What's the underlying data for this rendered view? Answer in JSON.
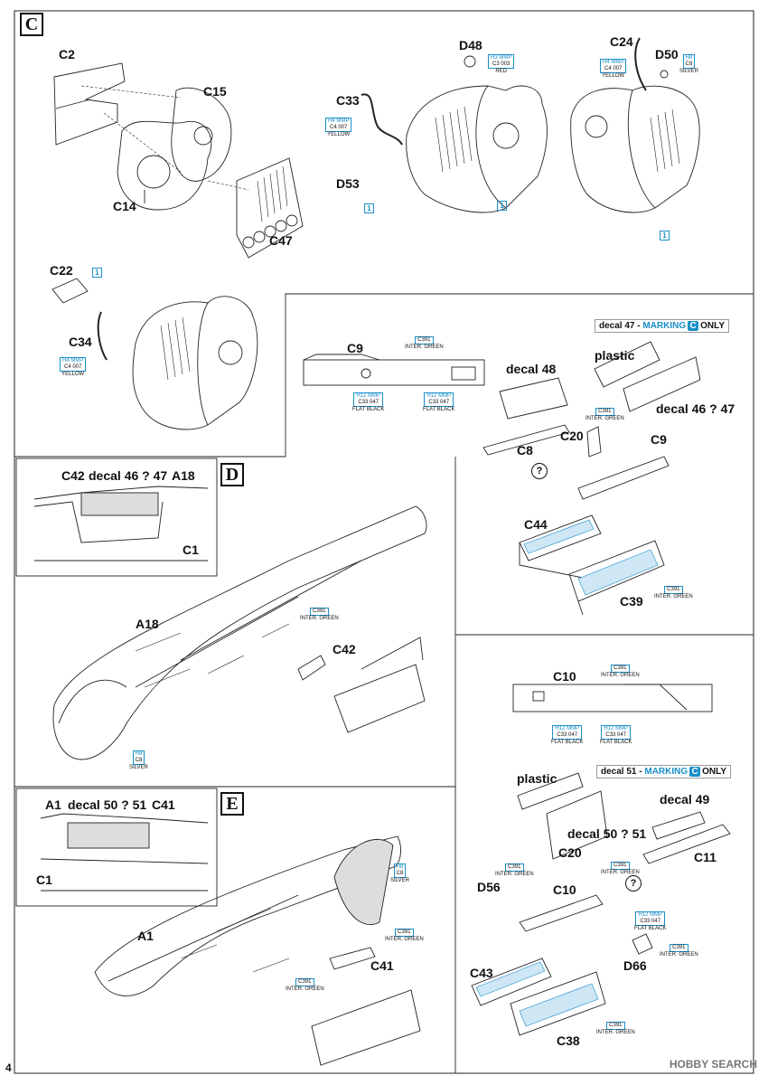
{
  "sections": {
    "c": {
      "letter": "C"
    },
    "d": {
      "letter": "D"
    },
    "e": {
      "letter": "E"
    }
  },
  "labels": {
    "c2": "C2",
    "c15": "C15",
    "c14": "C14",
    "c47": "C47",
    "d48": "D48",
    "c24": "C24",
    "d50": "D50",
    "c33": "C33",
    "d53": "D53",
    "c22": "C22",
    "c34": "C34",
    "c9_top": "C9",
    "decal48": "decal 48",
    "plastic1": "plastic",
    "decal4647": "decal 46 ? 47",
    "c8": "C8",
    "c20a": "C20",
    "c9_b": "C9",
    "c44": "C44",
    "c39": "C39",
    "d_c42": "C42",
    "d_decal": "decal 46 ? 47",
    "d_a18": "A18",
    "d_c1": "C1",
    "a18": "A18",
    "c42": "C42",
    "c10_top": "C10",
    "plastic2": "plastic",
    "decal49": "decal 49",
    "decal5051": "decal 50 ? 51",
    "c20b": "C20",
    "c11": "C11",
    "d56": "D56",
    "c10_b": "C10",
    "d66": "D66",
    "c43": "C43",
    "c38": "C38",
    "e_a1": "A1",
    "e_decal": "decal 50 ? 51",
    "e_c41": "C41",
    "e_c1": "C1",
    "a1": "A1",
    "c41": "C41"
  },
  "markings": {
    "m47": {
      "prefix": "decal 47 - ",
      "hl": "MARKING",
      "badge": "C",
      "suffix": "ONLY"
    },
    "m51": {
      "prefix": "decal 51 - ",
      "hl": "MARKING",
      "badge": "C",
      "suffix": "ONLY"
    }
  },
  "paints": {
    "yellow": {
      "l1": "H4  MMP",
      "l2": "C4  007",
      "l3": "YELLOW"
    },
    "red": {
      "l1": "H3  MMP",
      "l2": "C3  003",
      "l3": "RED"
    },
    "silver": {
      "l1": "H8",
      "l2": "C8",
      "l3": "SILVER"
    },
    "flatblack": {
      "l1": "H12  MMP",
      "l2": "C33  047",
      "l3": "FLAT BLACK"
    },
    "intergreen": {
      "l1": "C391",
      "l2": "INTER. GREEN"
    }
  },
  "callout": "1",
  "question": "?",
  "page_number": "4",
  "watermark": "HOBBY SEARCH"
}
